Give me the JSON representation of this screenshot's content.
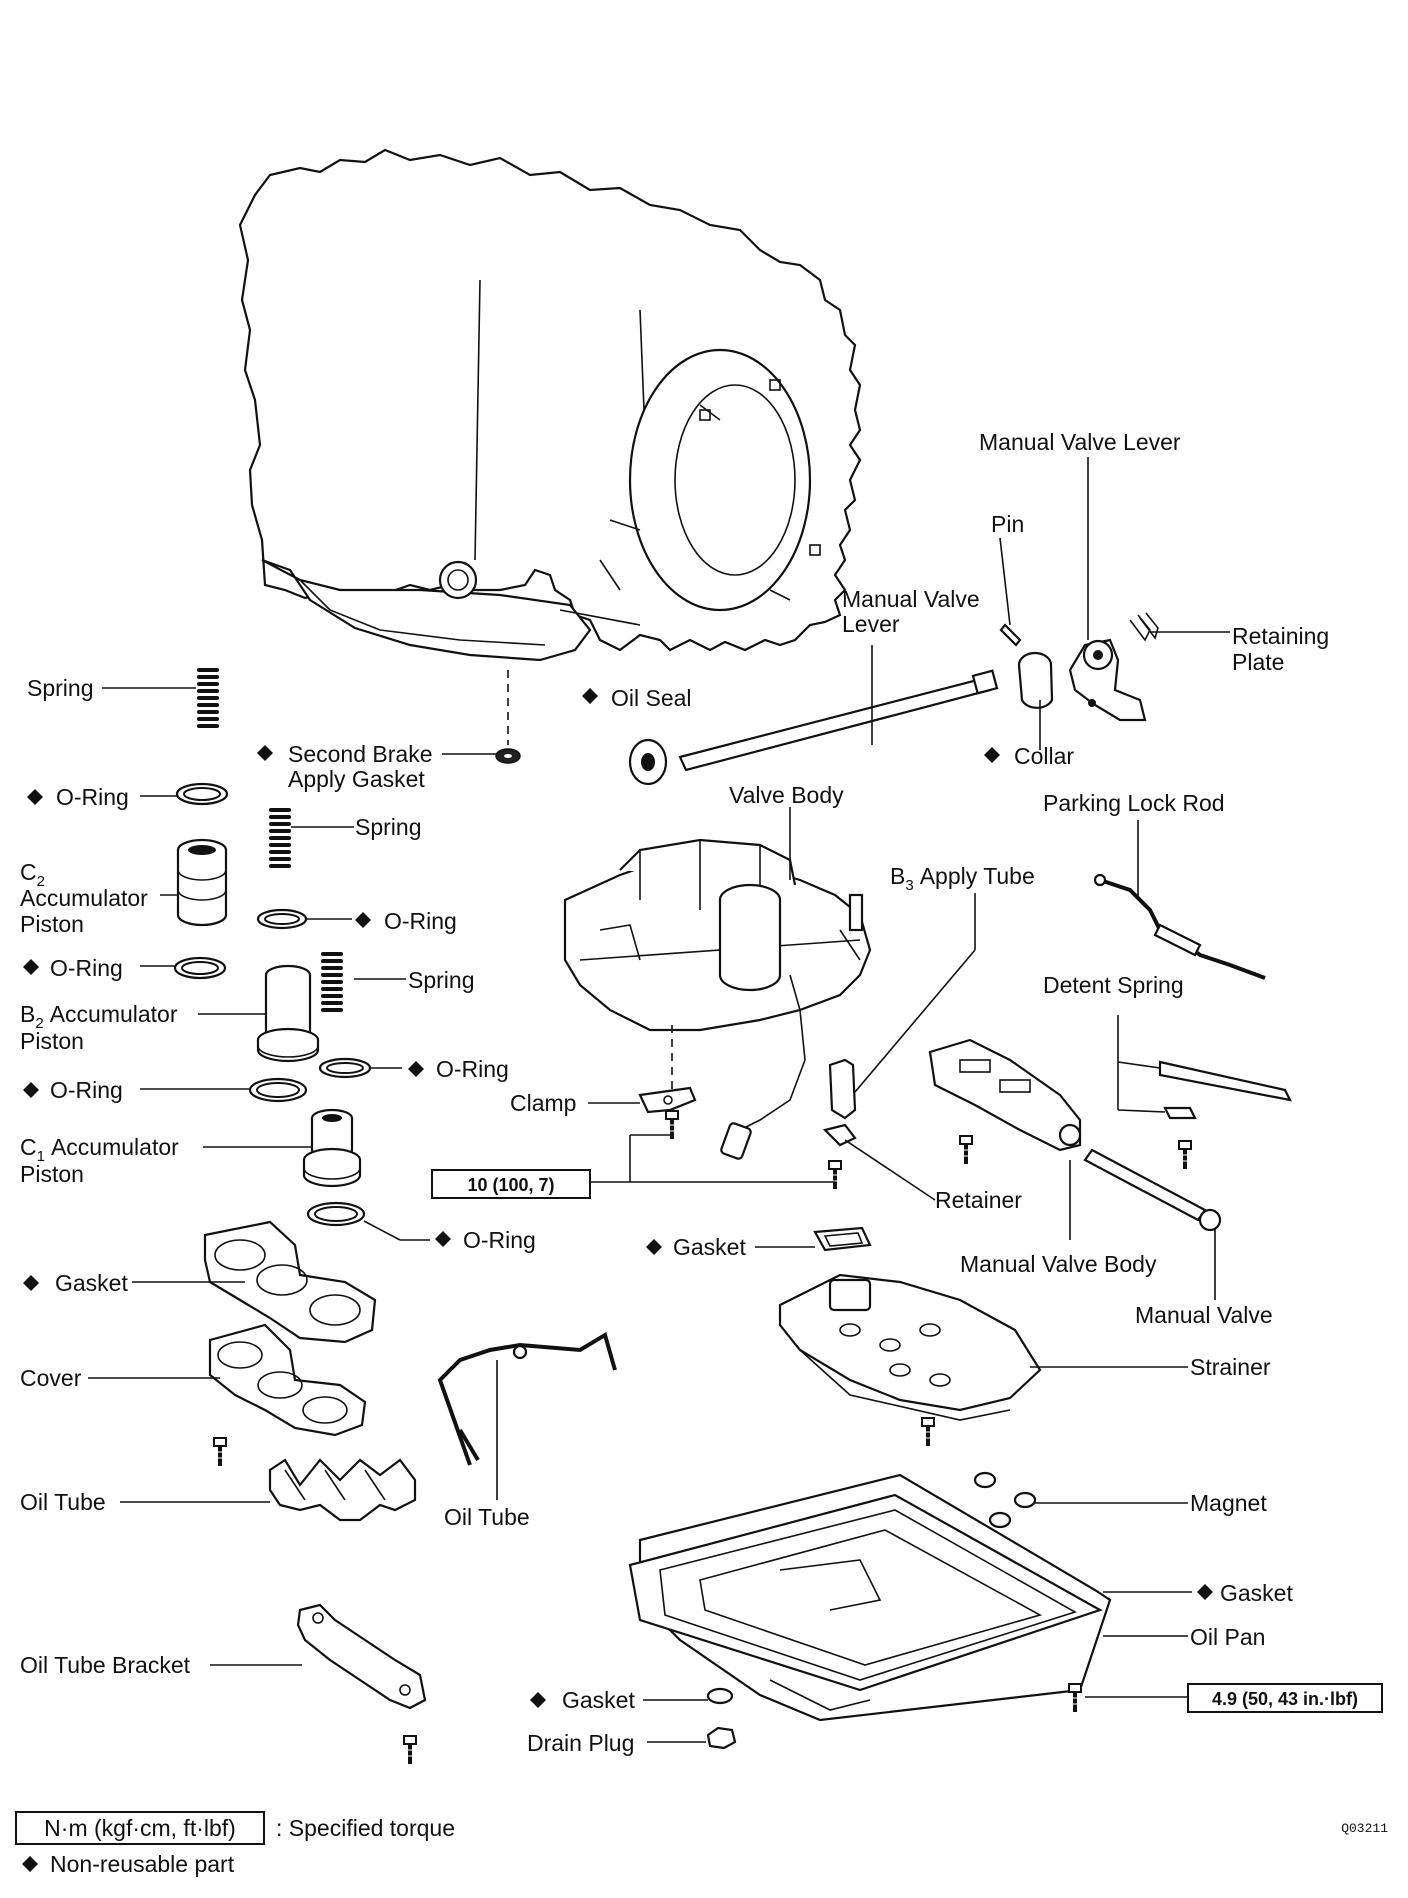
{
  "labels": {
    "spring_1": "Spring",
    "second_brake_gasket_1": "Second Brake",
    "second_brake_gasket_2": "Apply Gasket",
    "oil_seal": "Oil Seal",
    "manual_valve_lever_top": "Manual Valve Lever",
    "pin": "Pin",
    "manual_valve_lever_shaft_1": "Manual Valve",
    "manual_valve_lever_shaft_2": "Lever",
    "retaining_plate_1": "Retaining",
    "retaining_plate_2": "Plate",
    "collar": "Collar",
    "o_ring_1": "O-Ring",
    "spring_2": "Spring",
    "c2_accum_1": "C",
    "c2_accum_sub": "2",
    "c2_accum_2": "Accumulator",
    "c2_accum_3": "Piston",
    "o_ring_2": "O-Ring",
    "valve_body": "Valve Body",
    "parking_lock_rod": "Parking Lock Rod",
    "b3_apply_tube_1": "B",
    "b3_apply_tube_sub": "3",
    "b3_apply_tube_2": "Apply Tube",
    "o_ring_3": "O-Ring",
    "spring_3": "Spring",
    "b2_accum_1": "B",
    "b2_accum_sub": "2",
    "b2_accum_2": "Accumulator",
    "b2_accum_3": "Piston",
    "detent_spring": "Detent Spring",
    "o_ring_4": "O-Ring",
    "o_ring_5": "O-Ring",
    "clamp": "Clamp",
    "c1_accum_1": "C",
    "c1_accum_sub": "1",
    "c1_accum_2": "Accumulator",
    "c1_accum_3": "Piston",
    "retainer": "Retainer",
    "o_ring_6": "O-Ring",
    "gasket_filter": "Gasket",
    "manual_valve_body": "Manual Valve Body",
    "gasket_cover": "Gasket",
    "manual_valve": "Manual Valve",
    "cover": "Cover",
    "strainer": "Strainer",
    "oil_tube_left": "Oil Tube",
    "oil_tube_mid": "Oil Tube",
    "magnet": "Magnet",
    "gasket_pan": "Gasket",
    "oil_pan": "Oil Pan",
    "oil_tube_bracket": "Oil Tube Bracket",
    "gasket_drain": "Gasket",
    "drain_plug": "Drain Plug"
  },
  "torque": {
    "valve_body": "10 (100, 7)",
    "oil_pan": "4.9 (50, 43 in.·lbf)"
  },
  "legend": {
    "torque_unit": "N·m (kgf·cm, ft·lbf)",
    "torque_desc": ": Specified torque",
    "non_reusable": "Non-reusable part"
  },
  "figure_code": "Q03211"
}
